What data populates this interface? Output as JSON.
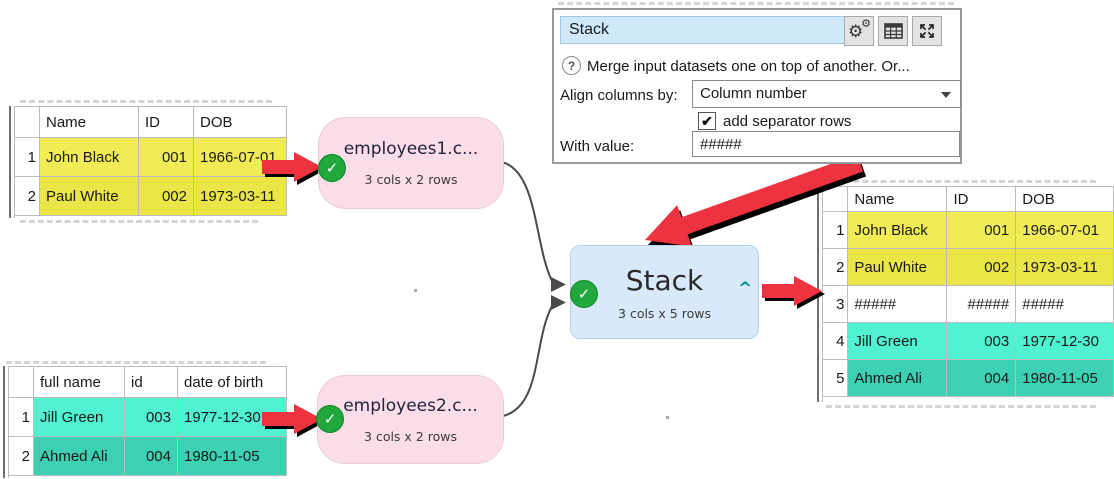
{
  "panel": {
    "title_value": "Stack",
    "help_text": "Merge input datasets one on top of another. Or...",
    "align_label": "Align columns by:",
    "align_value": "Column number",
    "separator_checkbox_label": "add separator rows",
    "separator_checkbox_checked": true,
    "with_value_label": "With value:",
    "with_value": "#####",
    "toolbar_icons": [
      "gear-icon",
      "table-icon",
      "expand-icon"
    ]
  },
  "icons": {
    "check": "✓",
    "checkbox_check": "✔",
    "help": "?",
    "caret": "^"
  },
  "nodes": {
    "employees1": {
      "label": "employees1.c...",
      "sublabel": "3 cols x 2 rows"
    },
    "employees2": {
      "label": "employees2.c...",
      "sublabel": "3 cols x 2 rows"
    },
    "stack": {
      "label": "Stack",
      "sublabel": "3 cols x 5 rows"
    }
  },
  "tables": {
    "input1": {
      "headers": [
        "Name",
        "ID",
        "DOB"
      ],
      "rows": [
        {
          "num": "1",
          "color": "#f1ec55",
          "cells": [
            "John Black",
            "001",
            "1966-07-01"
          ]
        },
        {
          "num": "2",
          "color": "#ebe648",
          "cells": [
            "Paul White",
            "002",
            "1973-03-11"
          ]
        }
      ]
    },
    "input2": {
      "headers": [
        "full name",
        "id",
        "date of birth"
      ],
      "rows": [
        {
          "num": "1",
          "color": "#50f2d1",
          "cells": [
            "Jill Green",
            "003",
            "1977-12-30"
          ]
        },
        {
          "num": "2",
          "color": "#3dd1b4",
          "cells": [
            "Ahmed Ali",
            "004",
            "1980-11-05"
          ]
        }
      ]
    },
    "output": {
      "headers": [
        "Name",
        "ID",
        "DOB"
      ],
      "rows": [
        {
          "num": "1",
          "color": "#f1ec55",
          "cells": [
            "John Black",
            "001",
            "1966-07-01"
          ]
        },
        {
          "num": "2",
          "color": "#ebe648",
          "cells": [
            "Paul White",
            "002",
            "1973-03-11"
          ]
        },
        {
          "num": "3",
          "color": "#ffffff",
          "cells": [
            "#####",
            "#####",
            "#####"
          ]
        },
        {
          "num": "4",
          "color": "#50f2d1",
          "cells": [
            "Jill Green",
            "003",
            "1977-12-30"
          ]
        },
        {
          "num": "5",
          "color": "#3dd1b4",
          "cells": [
            "Ahmed Ali",
            "004",
            "1980-11-05"
          ]
        }
      ]
    }
  },
  "colors": {
    "accent_red": "#ee3340",
    "node_pink": "#fadde9",
    "node_blue": "#d8eafa",
    "status_green": "#21a83c",
    "field_blue": "#cfe9fb",
    "caret_teal": "#0a8a93",
    "row_yellow": "#f1ec55",
    "row_teal": "#50f2d1"
  }
}
